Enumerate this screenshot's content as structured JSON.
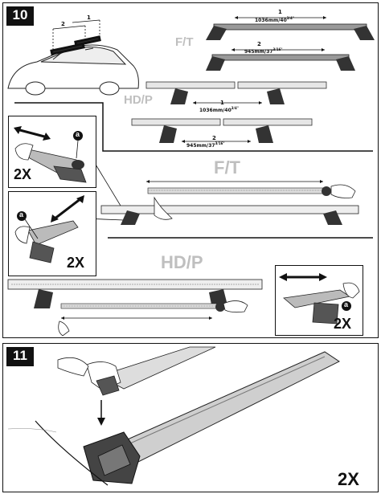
{
  "step10": {
    "number": "10",
    "car_dims": {
      "front": "1",
      "rear": "2"
    },
    "ft_label": "F/T",
    "hdp_label": "HD/P",
    "ft_top": {
      "dim_no": "1",
      "dim_text": "1036mm/40",
      "dim_frac": "3/4\""
    },
    "ft_bottom": {
      "dim_no": "2",
      "dim_text": "945mm/37",
      "dim_frac": "3/16\""
    },
    "hdp_top": {
      "dim_no": "1",
      "dim_text": "1036mm/40",
      "dim_frac": "3/4\""
    },
    "hdp_bottom": {
      "dim_no": "2",
      "dim_text": "945mm/37",
      "dim_frac": "3/16\""
    },
    "ft_large_label": "F/T",
    "hdp_large_label": "HD/P",
    "inset_a_count": "2X",
    "inset_b_count": "2X",
    "inset_c_count": "2X",
    "part_a": "a"
  },
  "step11": {
    "number": "11",
    "count": "2X"
  }
}
